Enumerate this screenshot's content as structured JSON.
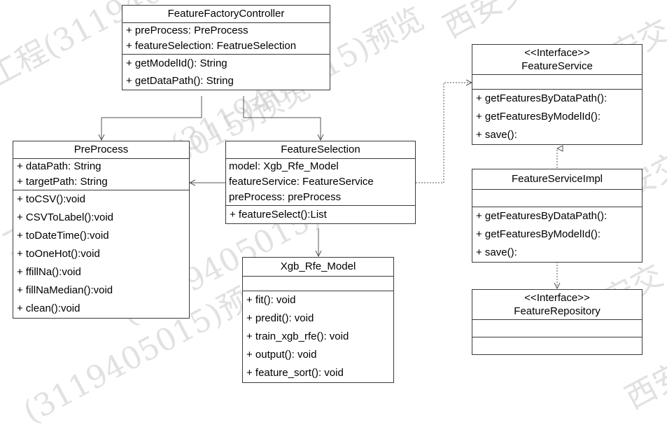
{
  "watermark": [
    "工程(3119405015)预览",
    "西安交",
    "工程(3119405015)预览",
    "西安交",
    "(3119405015)预览",
    "西安交",
    "(3119405015)预览",
    "西安交",
    "(3119405015)预览",
    "西安交"
  ],
  "classes": {
    "controller": {
      "name": "FeatureFactoryController",
      "attributes": [
        "+ preProcess: PreProcess",
        "+ featureSelection: FeatrueSelection"
      ],
      "methods": [
        "+ getModelId(): String",
        "+ getDataPath(): String"
      ]
    },
    "preprocess": {
      "name": "PreProcess",
      "attributes": [
        "+ dataPath: String",
        "+ targetPath: String"
      ],
      "methods": [
        "+ toCSV():void",
        "+ CSVToLabel():void",
        "+ toDateTime():void",
        "+ toOneHot():void",
        "+ ffillNa():void",
        "+ fillNaMedian():void",
        "+ clean():void"
      ]
    },
    "selection": {
      "name": "FeatureSelection",
      "attributes": [
        "model: Xgb_Rfe_Model",
        "featureService: FeatureService",
        "preProcess: preProcess"
      ],
      "methods": [
        "+ featureSelect():List"
      ]
    },
    "model": {
      "name": "Xgb_Rfe_Model",
      "methods": [
        "+ fit(): void",
        "+ predit(): void",
        "+ train_xgb_rfe(): void",
        "+ output(): void",
        "+ feature_sort(): void"
      ]
    },
    "service": {
      "stereotype": "<<Interface>>",
      "name": "FeatureService",
      "methods": [
        "+ getFeaturesByDataPath():",
        "+ getFeaturesByModelId():",
        "+ save():"
      ]
    },
    "serviceimpl": {
      "name": "FeatureServiceImpl",
      "methods": [
        "+ getFeaturesByDataPath():",
        "+ getFeaturesByModelId():",
        "+ save():"
      ]
    },
    "repository": {
      "stereotype": "<<Interface>>",
      "name": "FeatureRepository"
    }
  }
}
